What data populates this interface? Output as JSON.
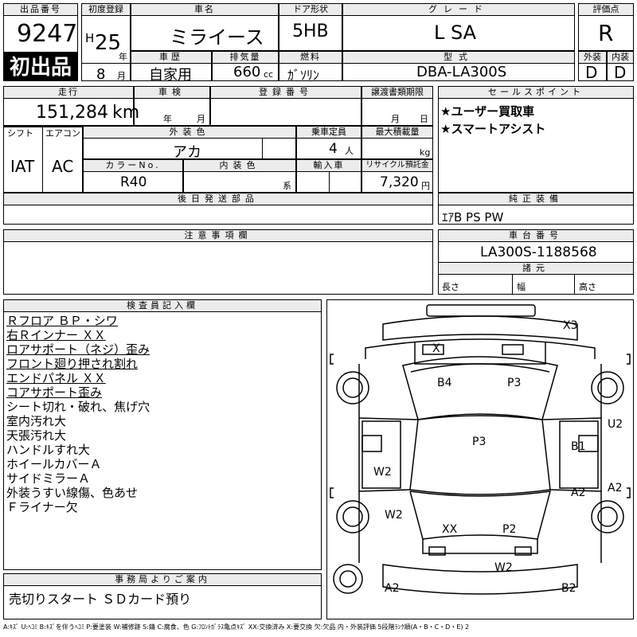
{
  "header": {
    "lot_number_label": "出品番号",
    "lot_number": "9247",
    "first_listing_badge": "初出品",
    "first_reg_label": "初度登録",
    "era": "H",
    "year": "25",
    "year_unit": "年",
    "month": "8",
    "month_unit": "月",
    "car_name_label": "車名",
    "car_name": "ミライース",
    "door_label": "ドア形状",
    "door": "5HB",
    "grade_label": "グレード",
    "grade": "L SA",
    "score_label": "評価点",
    "score": "R",
    "history_label": "車歴",
    "history": "自家用",
    "displacement_label": "排気量",
    "displacement": "660",
    "displacement_unit": "cc",
    "fuel_label": "燃料",
    "fuel": "ｶﾞｿﾘﾝ",
    "model_label": "型式",
    "model": "DBA-LA300S",
    "exterior_label": "外装",
    "interior_label": "内装",
    "exterior_score": "D",
    "interior_score": "D"
  },
  "row2": {
    "mileage_label": "走行",
    "mileage": "151,284",
    "mileage_unit": "km",
    "inspection_label": "車検",
    "insp_year_unit": "年",
    "insp_month_unit": "月",
    "plate_label": "登録番号",
    "transfer_label": "譲渡書類期限",
    "transfer_month_unit": "月",
    "transfer_day_unit": "日",
    "sales_label": "セールスポイント",
    "sales_points": [
      "★ユーザー買取車",
      "★スマートアシスト"
    ]
  },
  "row3": {
    "shift_label": "シフト",
    "aircon_label": "エアコン",
    "shift": "IAT",
    "aircon": "AC",
    "ext_color_label": "外装色",
    "ext_color": "アカ",
    "capacity_label": "乗車定員",
    "capacity": "4",
    "capacity_unit": "人",
    "load_label": "最大積載量",
    "load_unit": "kg",
    "color_no_label": "カラーNo.",
    "color_no": "R40",
    "int_color_label": "内装色",
    "int_color_unit": "系",
    "import_label": "輸入車",
    "recycle_label": "リサイクル預託金",
    "recycle": "7,320",
    "recycle_unit": "円",
    "later_parts_label": "後日発送部品",
    "equip_label": "純正装備",
    "equip": "ｴｱB PS PW"
  },
  "notes": {
    "caution_label": "注意事項欄",
    "chassis_label": "車台番号",
    "chassis": "LA300S-1188568",
    "spec_label": "諸元",
    "length_label": "長さ",
    "width_label": "幅",
    "height_label": "高さ"
  },
  "inspector": {
    "label": "検査員記入欄",
    "lines": [
      "Ｒフロア ＢＰ・シワ",
      "右Ｒインナー ＸＸ",
      "ロアサポート（ネジ）歪み",
      "フロント廻り押され割れ",
      "エンドパネル ＸＸ",
      "コアサポート歪み",
      "シート切れ・破れ、焦げ穴",
      "室内汚れ大",
      "天張汚れ大",
      "ハンドルすれ大",
      "ホイールカバーＡ",
      "サイドミラーＡ",
      "外装うすい線傷、色あせ",
      "Ｆライナー欠"
    ],
    "underlined_count": 6
  },
  "office": {
    "label": "事務局よりご案内",
    "text": "売切りスタート ＳＤカード預り"
  },
  "diagram_marks": {
    "x3": "X3",
    "x": "X",
    "b4": "B4",
    "p3_top": "P3",
    "p3_mid": "P3",
    "b1": "B1",
    "u2": "U2",
    "w2_left": "W2",
    "a2_mid": "A2",
    "a2_right": "A2",
    "w2_left_lower": "W2",
    "xx": "XX",
    "p2": "P2",
    "w2_rear": "W2",
    "a2_rear": "A2",
    "b2": "B2"
  },
  "legend": "A:ｷｽﾞ U:ﾍｺﾐ B:ｷｽﾞを伴うﾍｺﾐ P:要塗装 W:補修跡 S:錆 C:腐食、色 G:ﾌﾛﾝﾄｶﾞﾗｽ亀点ｷｽﾞ XX:交換済み X:要交換 欠:欠品 内・外装評価 5段階ﾗﾝｸ順(A・B・C・D・E) 2"
}
